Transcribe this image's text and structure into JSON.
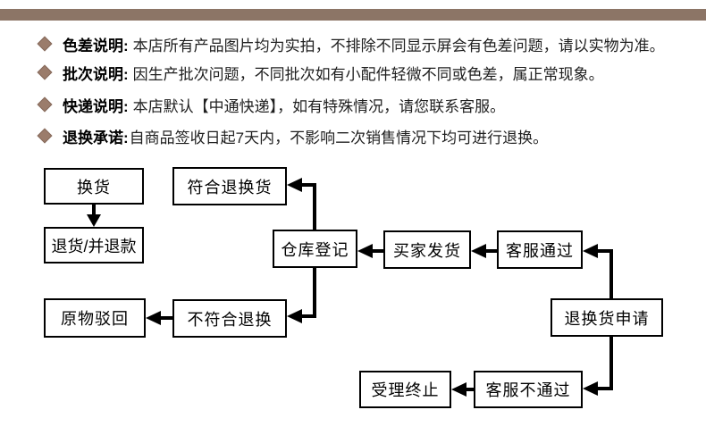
{
  "colors": {
    "top_bar": "#8c7566",
    "diamond_bullet": "#9b7c6b",
    "text": "#1f1f1f",
    "flow_line": "#000000",
    "background": "#ffffff"
  },
  "notices": [
    {
      "label": "色差说明:",
      "text": "本店所有产品图片均为实拍，不排除不同显示屏会有色差问题，请以实物为准。"
    },
    {
      "label": "批次说明:",
      "text": "因生产批次问题，不同批次如有小配件轻微不同或色差，属正常现象。"
    },
    {
      "label": "快递说明:",
      "text": "本店默认【中通快递】，如有特殊情况，请您联系客服。"
    },
    {
      "label": "退换承诺:",
      "text": "自商品签收日起7天内，不影响二次销售情况下均可进行退换。"
    }
  ],
  "flowchart": {
    "nodes": {
      "exchange": "换货",
      "refund": "退货/并退款",
      "qualified": "符合退换货",
      "warehouse": "仓库登记",
      "buyer_ship": "买家发货",
      "cs_approve": "客服通过",
      "apply": "退换货申请",
      "unqualified": "不符合退换",
      "reject_back": "原物驳回",
      "cs_reject": "客服不通过",
      "terminate": "受理终止"
    },
    "edges": [
      {
        "from": "换货",
        "to": "退货/并退款"
      },
      {
        "from": "仓库登记",
        "to": "符合退换货"
      },
      {
        "from": "买家发货",
        "to": "仓库登记"
      },
      {
        "from": "客服通过",
        "to": "买家发货"
      },
      {
        "from": "退换货申请",
        "to": "客服通过"
      },
      {
        "from": "仓库登记",
        "to": "不符合退换"
      },
      {
        "from": "不符合退换",
        "to": "原物驳回"
      },
      {
        "from": "退换货申请",
        "to": "客服不通过"
      },
      {
        "from": "客服不通过",
        "to": "受理终止"
      }
    ]
  }
}
